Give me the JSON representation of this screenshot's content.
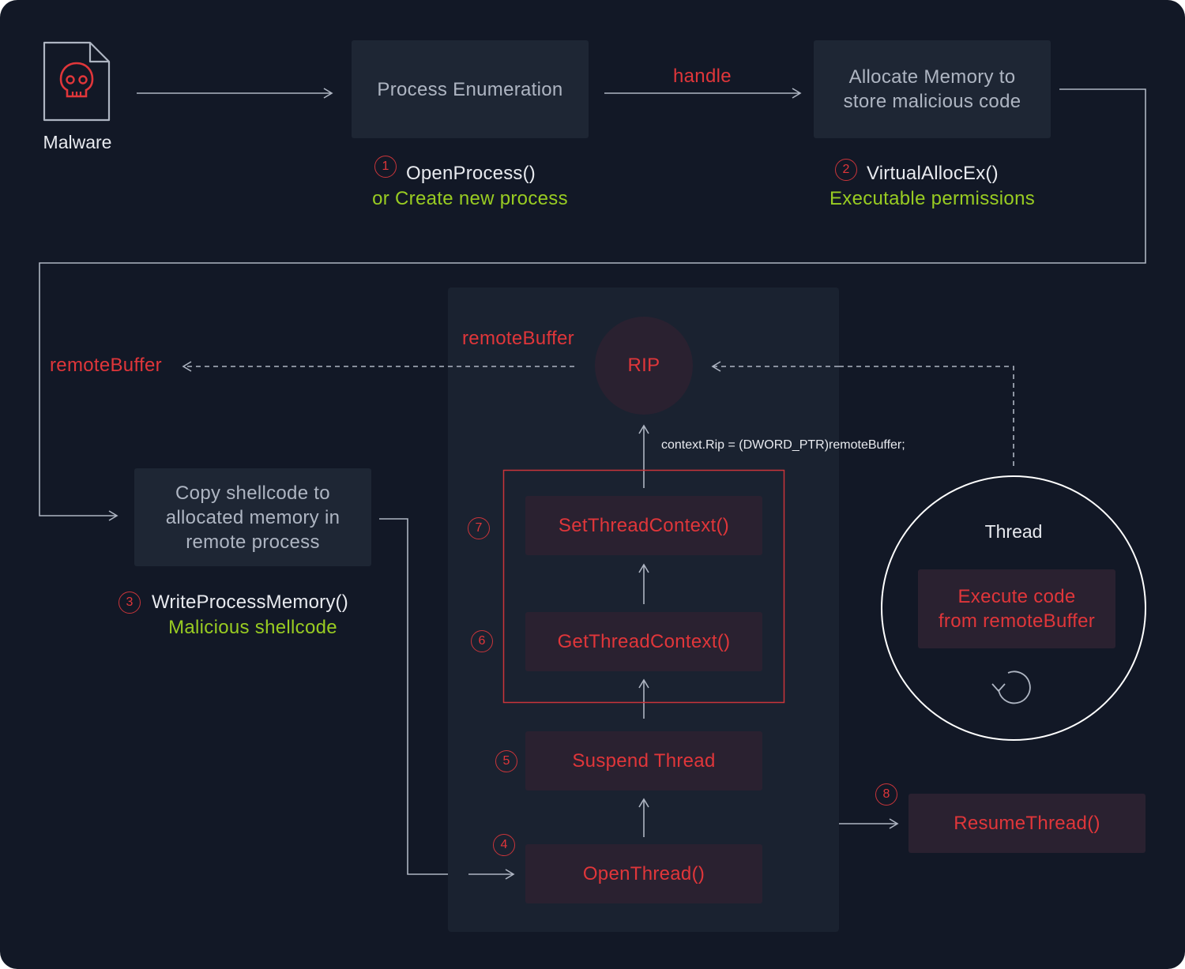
{
  "malware": {
    "label": "Malware",
    "icon": "skull-file-icon"
  },
  "steps": {
    "process_enum": {
      "label": "Process Enumeration"
    },
    "handle_label": "handle",
    "allocate": {
      "line1": "Allocate Memory to",
      "line2": "store malicious code"
    },
    "step1": {
      "num": "1",
      "fn": "OpenProcess()",
      "note": "or Create new process"
    },
    "step2": {
      "num": "2",
      "fn": "VirtualAllocEx()",
      "note": "Executable permissions"
    },
    "copy": {
      "line1": "Copy shellcode to",
      "line2": "allocated memory in",
      "line3": "remote process"
    },
    "step3": {
      "num": "3",
      "fn": "WriteProcessMemory()",
      "note": "Malicious shellcode"
    },
    "remote_buffer_left": "remoteBuffer",
    "remote_buffer_top": "remoteBuffer",
    "rip": "RIP",
    "context_code": "context.Rip = (DWORD_PTR)remoteBuffer;",
    "step4": {
      "num": "4",
      "label": "OpenThread()"
    },
    "step5": {
      "num": "5",
      "label": "Suspend Thread"
    },
    "step6": {
      "num": "6",
      "label": "GetThreadContext()"
    },
    "step7": {
      "num": "7",
      "label": "SetThreadContext()"
    },
    "step8": {
      "num": "8",
      "label": "ResumeThread()"
    },
    "thread": {
      "title": "Thread",
      "line1": "Execute code",
      "line2": "from remoteBuffer",
      "icon": "refresh-icon"
    }
  },
  "colors": {
    "background": "#121826",
    "accent_red": "#e0363a",
    "accent_green": "#99cc22",
    "line": "#aeb5c2"
  }
}
